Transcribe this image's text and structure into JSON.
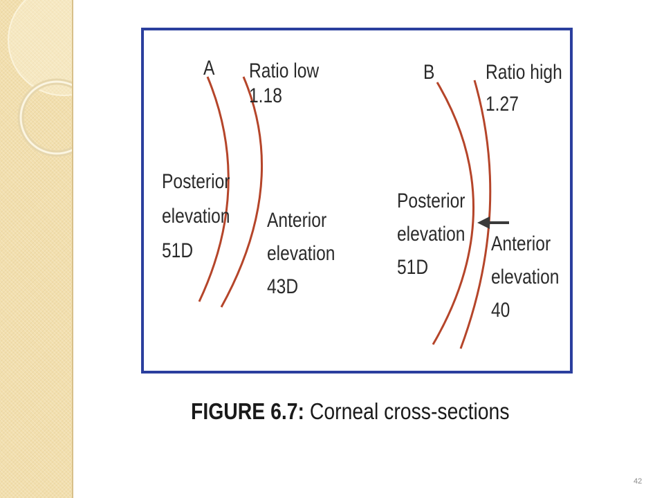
{
  "slide": {
    "page_number": "42",
    "colors": {
      "frame": "#2b3f9e",
      "cornea_curve": "#b5452a",
      "side_strip": "#f2dfae"
    }
  },
  "figure": {
    "panel_a": {
      "letter": "A",
      "ratio_label": "Ratio low",
      "ratio_value": "1.18",
      "posterior": [
        "Posterior",
        "elevation",
        "51D"
      ],
      "anterior": [
        "Anterior",
        "elevation",
        "43D"
      ]
    },
    "panel_b": {
      "letter": "B",
      "ratio_label": "Ratio high",
      "ratio_value": "1.27",
      "posterior": [
        "Posterior",
        "elevation",
        "51D"
      ],
      "anterior": [
        "Anterior",
        "elevation",
        "40"
      ],
      "arrow_icon": "left-arrow-icon"
    },
    "caption_prefix": "FIGURE 6.7:",
    "caption_text": " Corneal cross-sections"
  }
}
